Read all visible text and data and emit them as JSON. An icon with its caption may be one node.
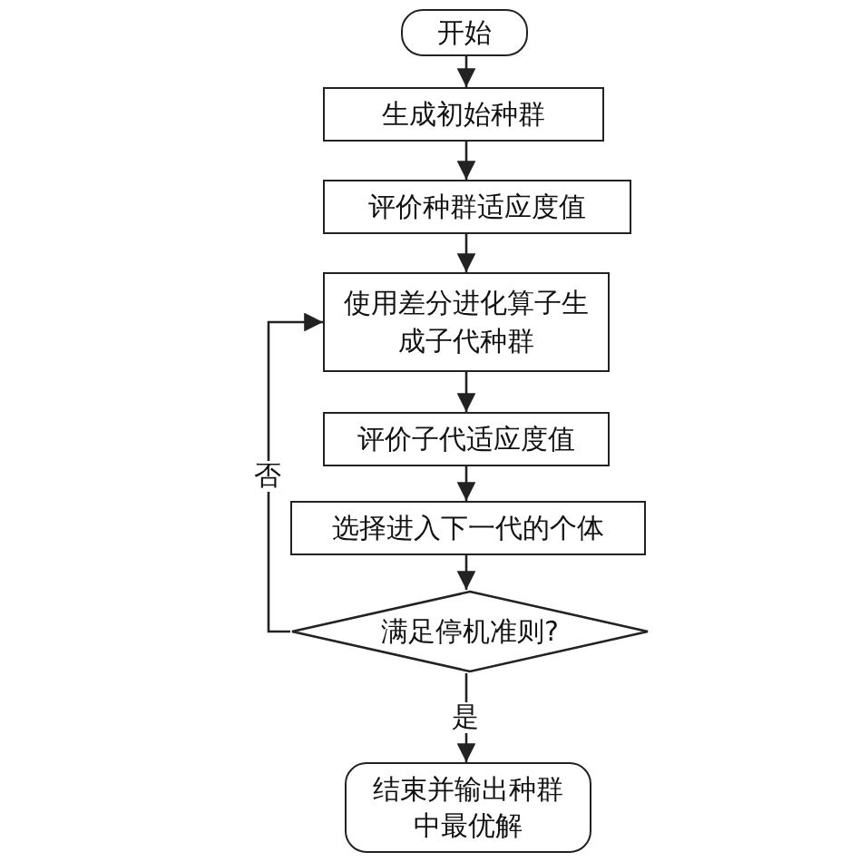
{
  "diagram": {
    "nodes": [
      {
        "text": [
          "开始"
        ]
      },
      {
        "text": [
          "生成初始种群"
        ]
      },
      {
        "text": [
          "评价种群适应度值"
        ]
      },
      {
        "text": [
          "使用差分进化算子生成子代种群"
        ]
      },
      {
        "text": [
          "评价子代适应度值"
        ]
      },
      {
        "text": [
          "选择进入下一代的个体"
        ]
      },
      {
        "text": [
          "满足停机准则?"
        ]
      },
      {
        "text": [
          "结束并输出种群中最优解"
        ]
      }
    ],
    "edges": [
      {
        "from": 0,
        "to": 1,
        "arrow": "to"
      },
      {
        "from": 1,
        "to": 2,
        "arrow": "to"
      },
      {
        "from": 2,
        "to": 3,
        "arrow": "to"
      },
      {
        "from": 3,
        "to": 4,
        "arrow": "to"
      },
      {
        "from": 4,
        "to": 5,
        "arrow": "to"
      },
      {
        "from": 5,
        "to": 6,
        "arrow": "to"
      },
      {
        "from": 6,
        "to": 7,
        "label": "是",
        "arrow": "to"
      },
      {
        "from": 6,
        "to": 3,
        "label": "否",
        "arrow": "to"
      }
    ]
  }
}
